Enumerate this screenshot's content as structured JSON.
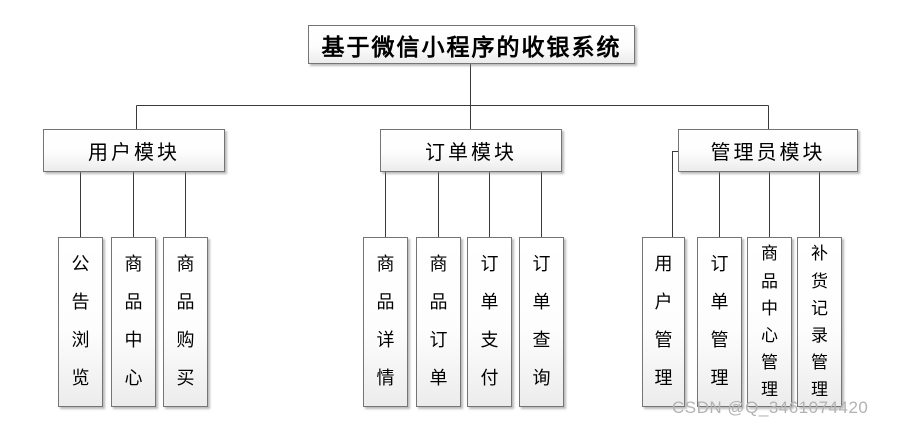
{
  "diagram": {
    "root_label": "基于微信小程序的收银系统",
    "modules": [
      {
        "label": "用户模块",
        "children": [
          "公告浏览",
          "商品中心",
          "商品购买"
        ]
      },
      {
        "label": "订单模块",
        "children": [
          "商品详情",
          "商品订单",
          "订单支付",
          "订单查询"
        ]
      },
      {
        "label": "管理员模块",
        "children": [
          "用户管理",
          "订单管理",
          "商品中心管理",
          "补货记录管理"
        ]
      }
    ],
    "watermark": "CSDN @Q_3461074420",
    "colors": {
      "background": "#ffffff",
      "node_border": "#757575",
      "node_fill_top": "#ffffff",
      "node_fill_bottom": "#ececec",
      "connector": "#3a3a3a",
      "text": "#000000",
      "watermark": "#b3b3b3"
    }
  }
}
